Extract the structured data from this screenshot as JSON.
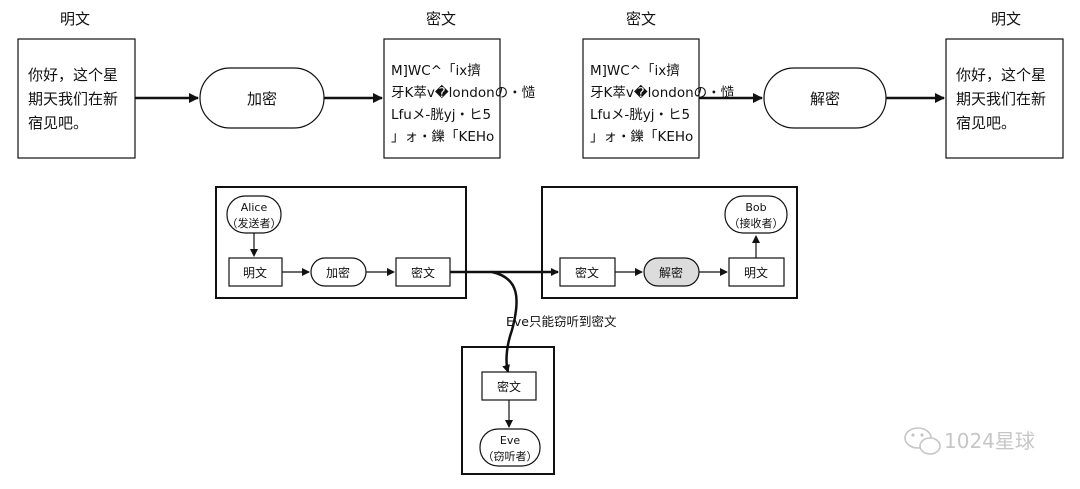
{
  "top_flow": {
    "plain_label_left": "明文",
    "cipher_label_left": "密文",
    "cipher_label_right": "密文",
    "plain_label_right": "明文",
    "plaintext_lines": [
      "你好，这个星",
      "期天我们在新",
      "宿见吧。"
    ],
    "ciphertext_lines": [
      "M]WC^「ix擠",
      "牙K萃v�londonの・慥",
      "Lfuメ-胱yj・ヒ5",
      "」ォ・鑠「KEHo"
    ],
    "encrypt_label": "加密",
    "decrypt_label": "解密"
  },
  "sender": {
    "actor_name": "Alice",
    "actor_role": "（发送者）",
    "plain": "明文",
    "encrypt": "加密",
    "cipher": "密文"
  },
  "receiver": {
    "cipher": "密文",
    "decrypt": "解密",
    "plain": "明文",
    "actor_name": "Bob",
    "actor_role": "（接收者）"
  },
  "eavesdropper": {
    "caption": "Eve只能窃听到密文",
    "cipher": "密文",
    "actor_name": "Eve",
    "actor_role": "（窃听者）"
  },
  "watermark": {
    "text": "1024星球"
  }
}
